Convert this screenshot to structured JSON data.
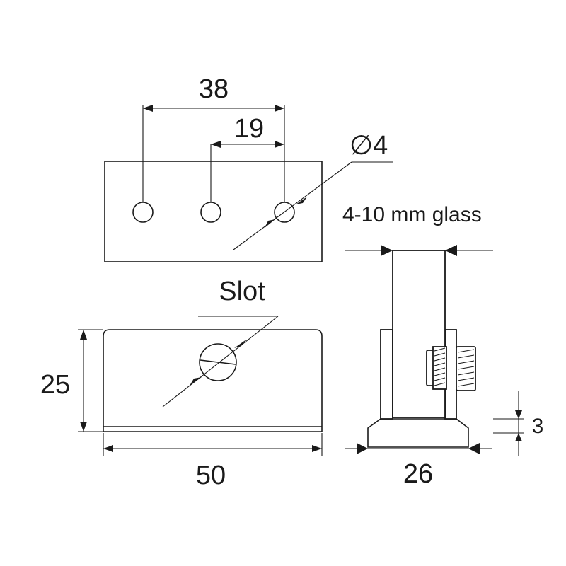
{
  "labels": {
    "dim_38": "38",
    "dim_19": "19",
    "dim_diameter": "∅4",
    "glass": "4-10 mm glass",
    "slot": "Slot",
    "dim_25": "25",
    "dim_50": "50",
    "dim_26": "26",
    "dim_3": "3"
  },
  "colors": {
    "line": "#1a1a1a",
    "background": "#ffffff"
  }
}
